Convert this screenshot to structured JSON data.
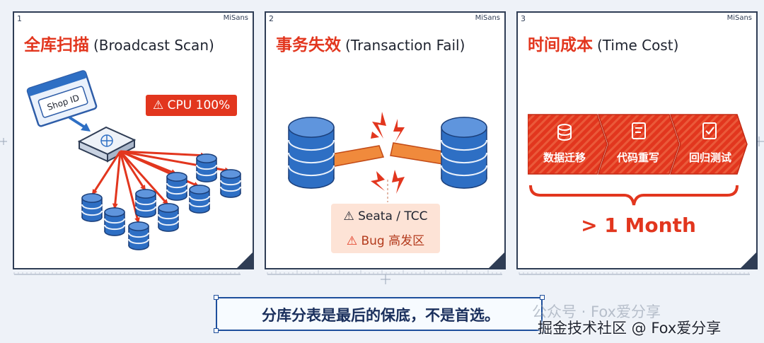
{
  "panels": [
    {
      "number": "1",
      "brand": "MiSans",
      "title_cn": "全库扫描",
      "title_en": "(Broadcast Scan)",
      "shop_label": "Shop ID",
      "cpu_label": "CPU 100%"
    },
    {
      "number": "2",
      "brand": "MiSans",
      "title_cn": "事务失效",
      "title_en": "(Transaction Fail)",
      "warn_1": "Seata / TCC",
      "warn_2": "Bug 高发区"
    },
    {
      "number": "3",
      "brand": "MiSans",
      "title_cn": "时间成本",
      "title_en": "(Time Cost)",
      "steps": [
        "数据迁移",
        "代码重写",
        "回归测试"
      ],
      "total": "> 1 Month"
    }
  ],
  "conclusion": "分库分表是最后的保底，不是首选。",
  "watermark_1": "公众号 · Fox爱分享",
  "watermark_2": "掘金技术社区 @ Fox爱分享",
  "colors": {
    "accent": "#e2361e",
    "db_blue": "#2e6fc4",
    "frame": "#2f3d55",
    "conclusion_blue": "#1a2f5c"
  }
}
